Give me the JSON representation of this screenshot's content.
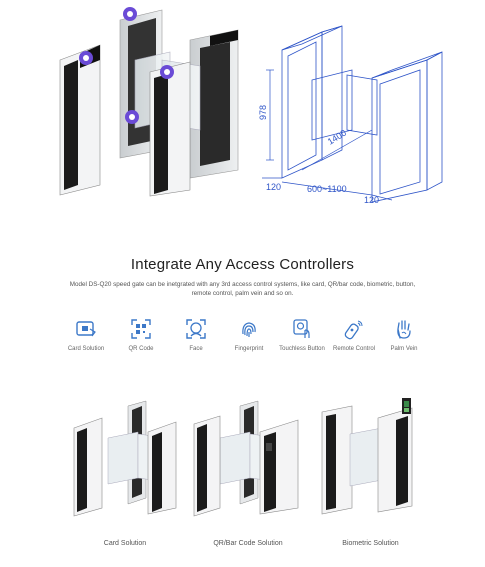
{
  "dimensions": {
    "height": "978",
    "depth": "1400",
    "width_left": "120",
    "passage": "600~1100",
    "width_right": "120"
  },
  "heading": "Integrate Any Access Controllers",
  "description": "Model DS-Q20 speed gate can be inetgrated with any 3rd access control systems, like card, QR/bar code, biometric, button, remote control, palm vein and so on.",
  "features": [
    {
      "label": "Card Solution",
      "icon": "card-reader-icon"
    },
    {
      "label": "QR Code",
      "icon": "qr-code-icon"
    },
    {
      "label": "Face",
      "icon": "face-scan-icon"
    },
    {
      "label": "Fingerprint",
      "icon": "fingerprint-icon"
    },
    {
      "label": "Touchless Button",
      "icon": "touchless-button-icon"
    },
    {
      "label": "Remote Control",
      "icon": "remote-control-icon"
    },
    {
      "label": "Palm Vein",
      "icon": "palm-vein-icon"
    }
  ],
  "solutions": [
    {
      "caption": "Card Solution"
    },
    {
      "caption": "QR/Bar Code Solution"
    },
    {
      "caption": "Biometric Solution"
    }
  ],
  "colors": {
    "accent": "#2f55c8",
    "hotspot": "#6a4bd6",
    "icon_blue": "#3c78c8"
  }
}
